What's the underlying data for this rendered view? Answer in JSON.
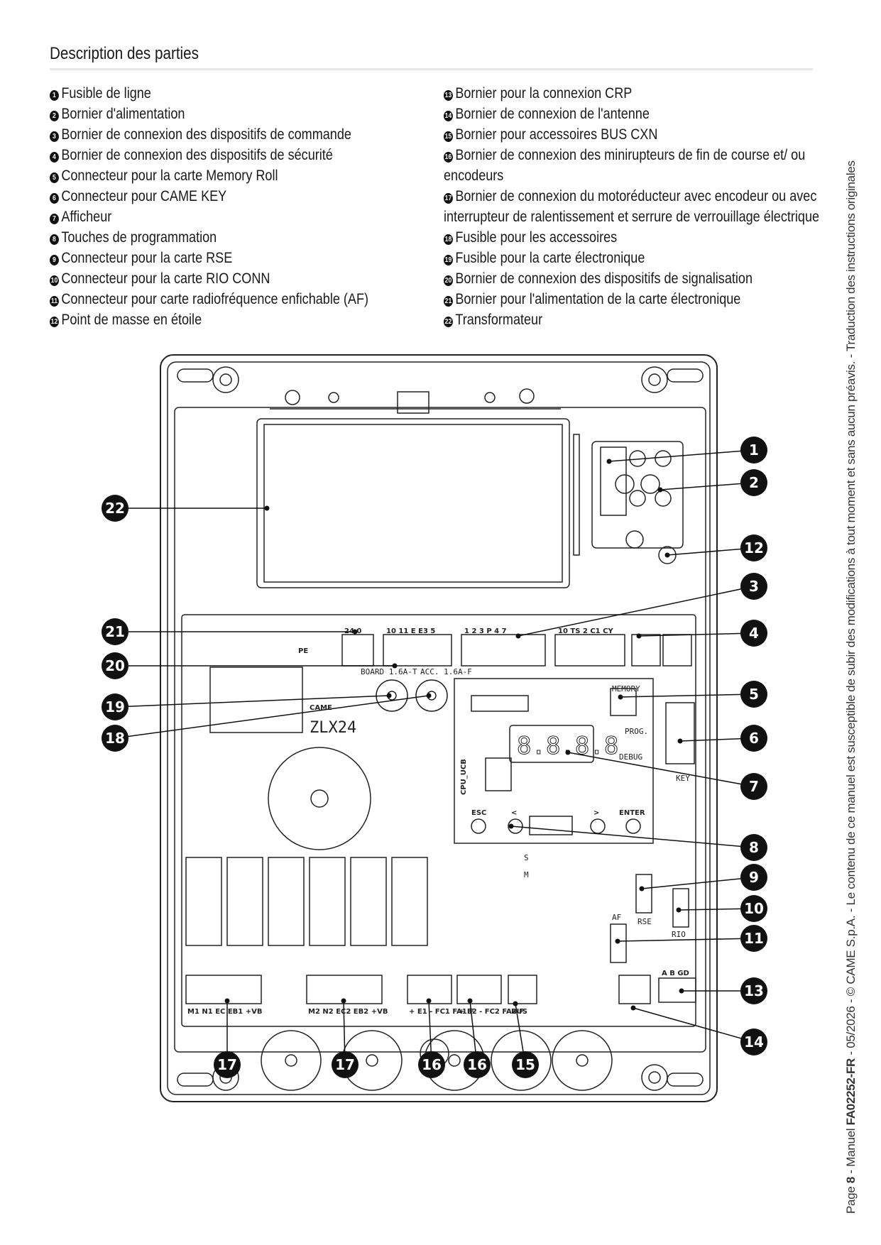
{
  "heading": "Description des parties",
  "legend_left": [
    {
      "num": "1",
      "text": "Fusible de ligne"
    },
    {
      "num": "2",
      "text": "Bornier d'alimentation"
    },
    {
      "num": "3",
      "text": "Bornier de connexion des dispositifs de commande"
    },
    {
      "num": "4",
      "text": "Bornier de connexion des dispositifs de sécurité"
    },
    {
      "num": "5",
      "text": "Connecteur pour la carte Memory Roll"
    },
    {
      "num": "6",
      "text": "Connecteur pour CAME KEY"
    },
    {
      "num": "7",
      "text": "Afficheur"
    },
    {
      "num": "8",
      "text": "Touches de programmation"
    },
    {
      "num": "9",
      "text": "Connecteur pour la carte RSE"
    },
    {
      "num": "10",
      "text": "Connecteur pour la carte RIO CONN"
    },
    {
      "num": "11",
      "text": "Connecteur pour carte radiofréquence enfichable (AF)"
    },
    {
      "num": "12",
      "text": "Point de masse en étoile"
    }
  ],
  "legend_right": [
    {
      "num": "13",
      "text": "Bornier pour la connexion CRP"
    },
    {
      "num": "14",
      "text": "Bornier de connexion de l'antenne"
    },
    {
      "num": "15",
      "text": "Bornier pour accessoires BUS CXN"
    },
    {
      "num": "16",
      "text": "Bornier de connexion des minirupteurs de fin de course et/ ou encodeurs"
    },
    {
      "num": "17",
      "text": "Bornier de connexion du motoréducteur avec encodeur ou avec interrupteur de ralentissement et serrure de verrouillage électrique"
    },
    {
      "num": "18",
      "text": "Fusible pour les accessoires"
    },
    {
      "num": "19",
      "text": "Fusible pour la carte électronique"
    },
    {
      "num": "20",
      "text": "Bornier de connexion des dispositifs de signalisation"
    },
    {
      "num": "21",
      "text": "Bornier pour l'alimentation de la carte électronique"
    },
    {
      "num": "22",
      "text": "Transformateur"
    }
  ],
  "sidebar": {
    "prefix": "Page ",
    "page": "8",
    "middle": " - Manuel ",
    "code": "FA02252-FR",
    "suffix": " - 05/2026 - © CAME S.p.A. - Le contenu de ce manuel est susceptible de subir des modifications à tout moment et sans aucun préavis. - Traduction des instructions originales"
  },
  "board_labels": {
    "came": "CAME",
    "model": "ZLX24",
    "cpu": "CPU_UCB",
    "display": "8.8.8.8",
    "memory": "MEMORY",
    "prog": "PROG.",
    "debug": "DEBUG",
    "key": "KEY",
    "esc": "ESC",
    "left": "<",
    "right": ">",
    "enter": "ENTER",
    "rse": "RSE",
    "rio": "RIO",
    "af": "AF",
    "board_fuse": "BOARD 1.6A-T",
    "acc_fuse": "ACC. 1.6A-F",
    "pe": "PE",
    "s": "S",
    "m": "M",
    "t21": "24 0",
    "t20": "10 11 E E3 5",
    "t3": "1 2 3 P 4 7",
    "t4": "10 TS 2 C1 CY",
    "t17a": "M1 N1 EC EB1 +VB",
    "t17b": "M2 N2 EC2 EB2 +VB",
    "t16a": "+ E1 - FC1 FA1 F",
    "t16b": "+ E2 - FC2 FA2 F",
    "t15": "BUS",
    "t13": "A B GD"
  },
  "callouts": [
    "1",
    "2",
    "12",
    "3",
    "4",
    "5",
    "6",
    "7",
    "8",
    "9",
    "10",
    "11",
    "13",
    "14",
    "15",
    "16",
    "16",
    "17",
    "17",
    "22",
    "21",
    "20",
    "19",
    "18"
  ]
}
